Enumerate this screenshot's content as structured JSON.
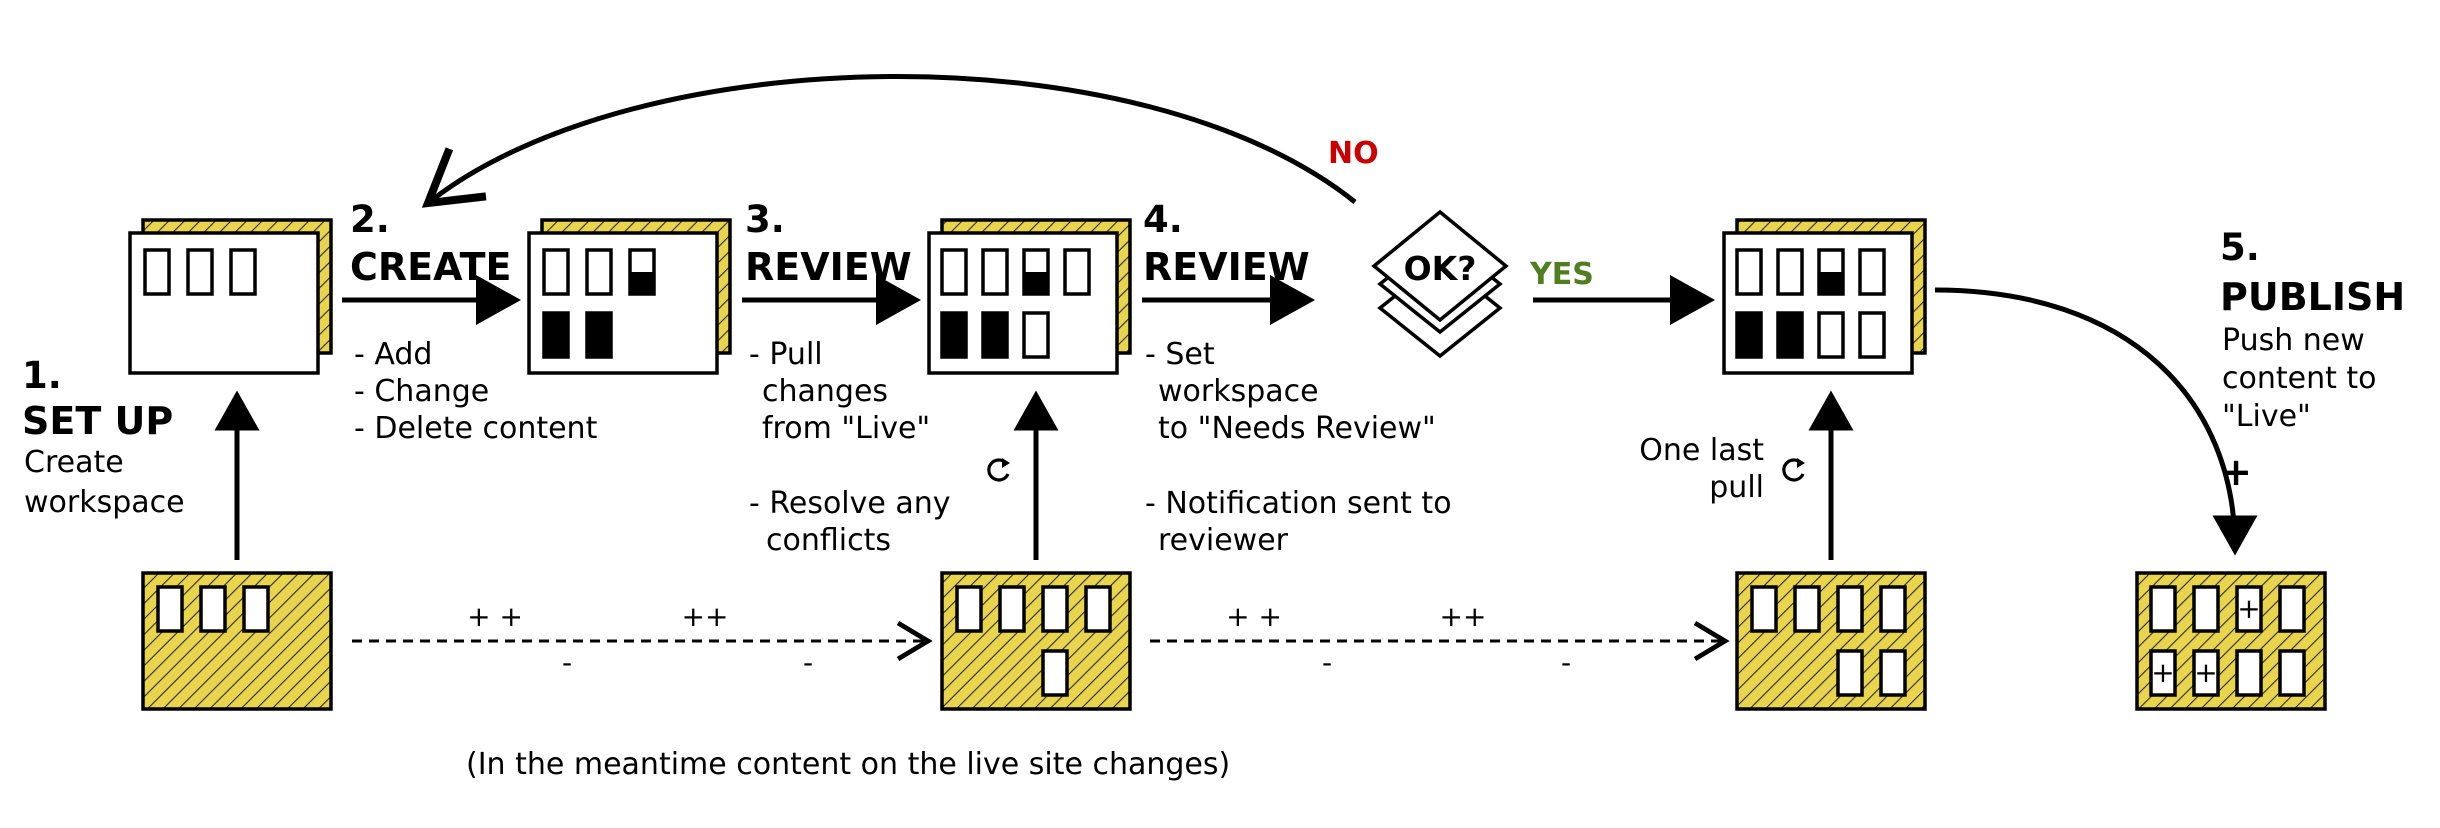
{
  "steps": {
    "setup": {
      "number": "1.",
      "title": "SET UP",
      "desc": [
        "Create",
        "workspace"
      ]
    },
    "create": {
      "number": "2.",
      "title": "CREATE",
      "desc": [
        "- Add",
        "- Change",
        "- Delete content"
      ]
    },
    "review1": {
      "number": "3.",
      "title": "REVIEW",
      "desc": [
        "- Pull",
        "changes",
        "from \"Live\"",
        "- Resolve any",
        "conflicts"
      ]
    },
    "review2": {
      "number": "4.",
      "title": "REVIEW",
      "desc": [
        "- Set",
        "workspace",
        "to \"Needs Review\"",
        "- Notification sent to",
        "reviewer"
      ]
    },
    "publish": {
      "number": "5.",
      "title": "PUBLISH",
      "desc": [
        "Push new",
        "content to",
        "\"Live\""
      ]
    }
  },
  "decision": {
    "label": "OK?",
    "no": "NO",
    "yes": "YES"
  },
  "pull_note": [
    "One last",
    "pull"
  ],
  "live_changes": {
    "segment1": {
      "adds": [
        "+ +",
        "++"
      ],
      "removes": [
        "-",
        "-"
      ]
    },
    "segment2": {
      "adds": [
        "+ +",
        "++"
      ],
      "removes": [
        "-",
        "-"
      ]
    }
  },
  "publish_sign": "+",
  "new_content_sign": "+",
  "caption": "(In the meantime content on the live site changes)",
  "colors": {
    "live_fill": "#e8d44d",
    "no": "#cc0000",
    "yes": "#4f7f1f",
    "stroke": "#000000"
  },
  "icons": [
    "refresh-icon",
    "workspace-card",
    "live-site-card",
    "decision-stack"
  ]
}
